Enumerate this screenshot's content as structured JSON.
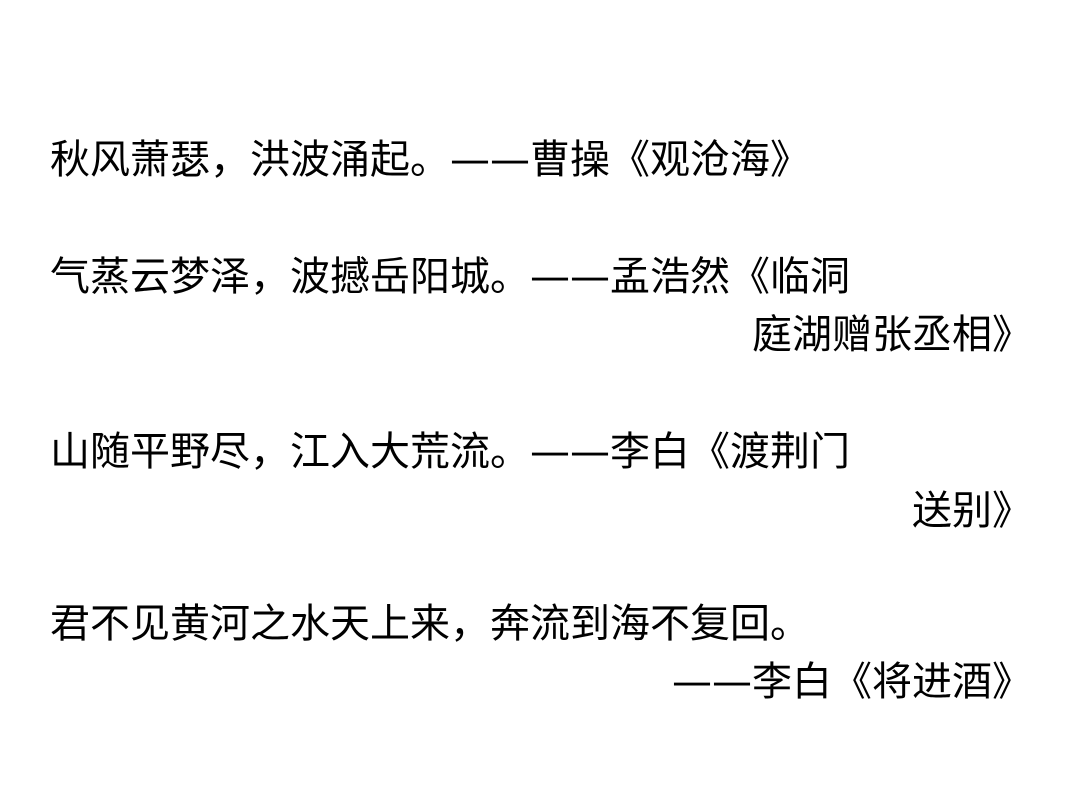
{
  "quotes": [
    {
      "line1": "秋风萧瑟，洪波涌起。——曹操《观沧海》",
      "line2": ""
    },
    {
      "line1": "气蒸云梦泽，波撼岳阳城。——孟浩然《临洞",
      "line2": "庭湖赠张丞相》"
    },
    {
      "line1": "山随平野尽，江入大荒流。——李白《渡荆门",
      "line2": "送别》"
    },
    {
      "line1": "君不见黄河之水天上来，奔流到海不复回。",
      "line2": "——李白《将进酒》"
    }
  ]
}
